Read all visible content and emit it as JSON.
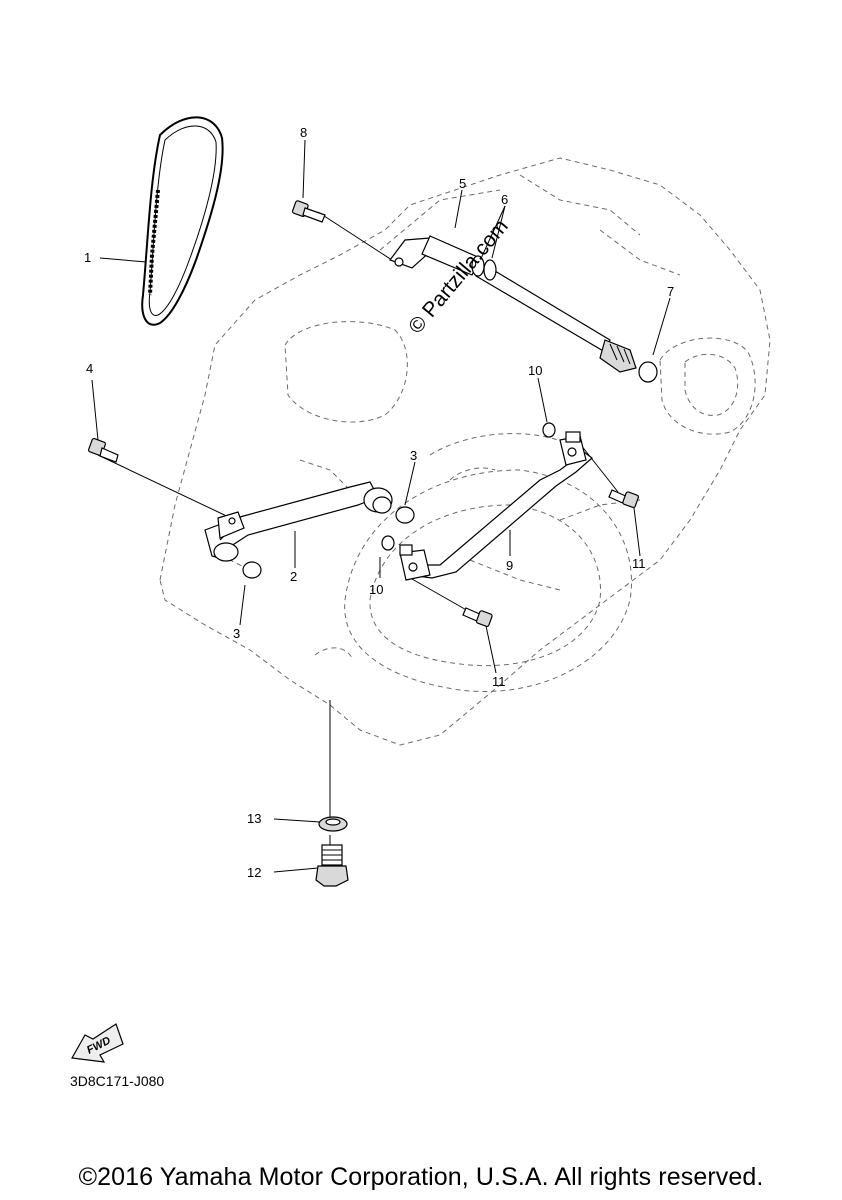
{
  "callouts": {
    "c1": "1",
    "c2": "2",
    "c3a": "3",
    "c3b": "3",
    "c4": "4",
    "c5": "5",
    "c6": "6",
    "c7": "7",
    "c8": "8",
    "c9": "9",
    "c10a": "10",
    "c10b": "10",
    "c11a": "11",
    "c11b": "11",
    "c12": "12",
    "c13": "13"
  },
  "fwd_label": "FWD",
  "watermark": "© Partzilla.com",
  "diagram_code": "3D8C171-J080",
  "copyright": "©2016 Yamaha Motor Corporation, U.S.A. All rights reserved."
}
